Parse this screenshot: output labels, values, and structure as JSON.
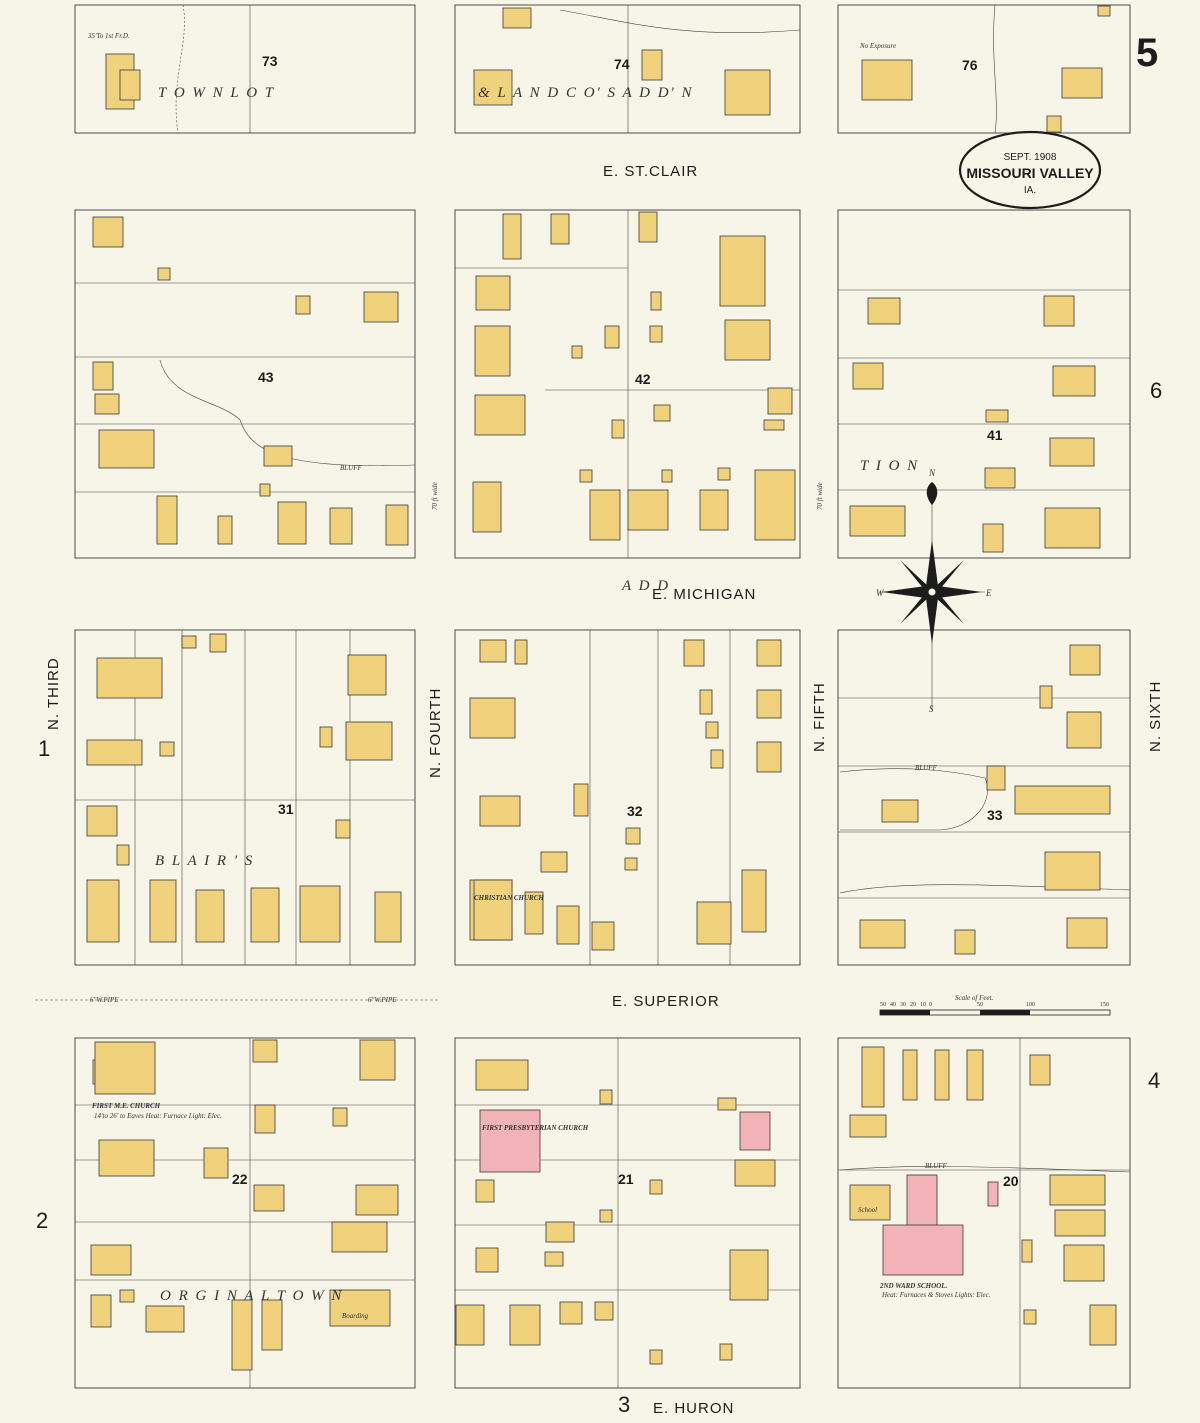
{
  "title": {
    "date": "SEPT. 1908",
    "city": "MISSOURI VALLEY",
    "state": "IA."
  },
  "sheet_number": "5",
  "streets": {
    "e_st_clair": "E. ST.CLAIR",
    "e_michigan": "E. MICHIGAN",
    "e_superior": "E. SUPERIOR",
    "e_huron": "E. HURON",
    "n_third": "N. THIRD",
    "n_fourth": "N. FOURTH",
    "n_fifth": "N. FIFTH",
    "n_sixth": "N. SIXTH"
  },
  "blocks": [
    "73",
    "74",
    "76",
    "43",
    "42",
    "41",
    "31",
    "32",
    "33",
    "22",
    "21",
    "20"
  ],
  "adjoining_sheets": {
    "left_1": "1",
    "left_2": "2",
    "bottom": "3",
    "right_4": "4",
    "right_6": "6"
  },
  "addition_labels": {
    "town_lot": "T O W N   L O T",
    "land_cos": "&   L A N D   C O' S   A D D' N",
    "blair": "B L A I R ' S",
    "addition": "A D D",
    "tion": "T I O N",
    "orig": "O R G I N A L   T O W N"
  },
  "buildings": {
    "first_me_church": "FIRST M.E. CHURCH",
    "first_me_church_note": "14'to 26' to Eaves Heat: Furnace Light: Elec.",
    "first_presbyterian": "FIRST PRESBYTERIAN CHURCH",
    "christian_church": "CHRISTIAN CHURCH",
    "second_ward_school": "2ND WARD SCHOOL.",
    "second_ward_school_note": "Heat: Furnaces & Stoves Lights: Elec.",
    "school": "School",
    "boarding": "Boarding"
  },
  "scale": {
    "label": "Scale of Feet.",
    "ticks": [
      "50",
      "40",
      "30",
      "20",
      "10",
      "0",
      "50",
      "100",
      "150"
    ]
  },
  "notes": {
    "no_exposure": "No Exposure",
    "water_pipe": "6\"W.PIPE",
    "bluff": "BLUFF",
    "width_70": "70 ft wide",
    "fire_dept": "35'To 1st Fr.D."
  },
  "compass": {
    "n": "N",
    "s": "S",
    "e": "E",
    "w": "W"
  }
}
